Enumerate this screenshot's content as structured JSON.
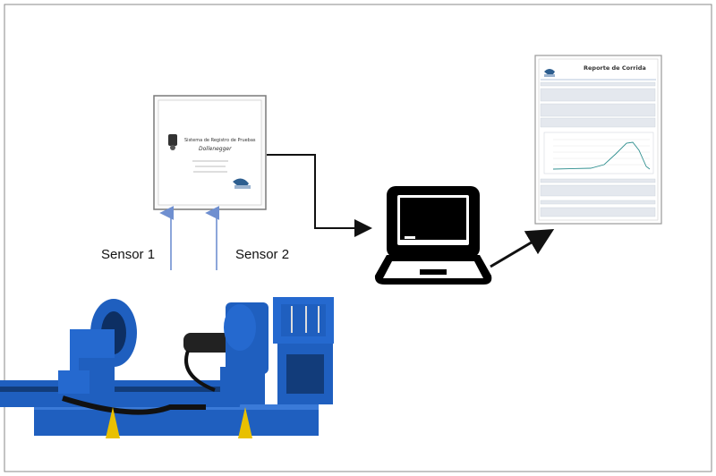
{
  "diagram": {
    "sensor_labels": [
      "Sensor 1",
      "Sensor 2"
    ],
    "acquisition_box": {
      "title": "Sistema de Registro de Pruebas",
      "subtitle": "Dollenegger"
    },
    "report": {
      "title": "Reporte de Corrida"
    },
    "colors": {
      "machine_blue": "#1f5fbf",
      "machine_dark": "#123c7a",
      "sensor_arrow": "#6f8fd0",
      "connector": "#111111",
      "yellow_stand": "#e8c000"
    }
  }
}
